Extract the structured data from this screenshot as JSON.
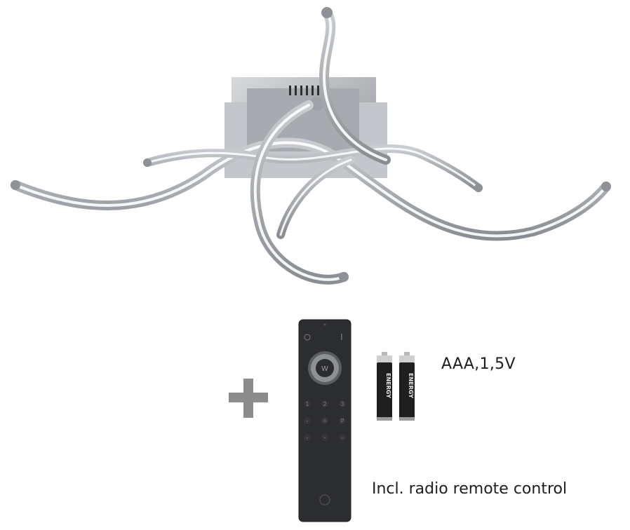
{
  "product": {
    "plus_sign": "+",
    "battery_label": "AAA,1,5V",
    "battery_brand": "ENERGY",
    "remote_caption": "Incl. radio remote control",
    "colors": {
      "chrome": "#a9adb2",
      "remote_body": "#2c2d30",
      "battery_body": "#1f1f1f",
      "plus": "#8c8c8c"
    }
  },
  "remote": {
    "center_button": "W",
    "top_left_symbol": "O",
    "top_right_symbol": "I",
    "keys_row1": [
      "1",
      "2",
      "3"
    ],
    "keys_row2": [
      "-",
      "☼",
      "P"
    ],
    "keys_row3": [
      "-",
      "-",
      "-"
    ]
  }
}
